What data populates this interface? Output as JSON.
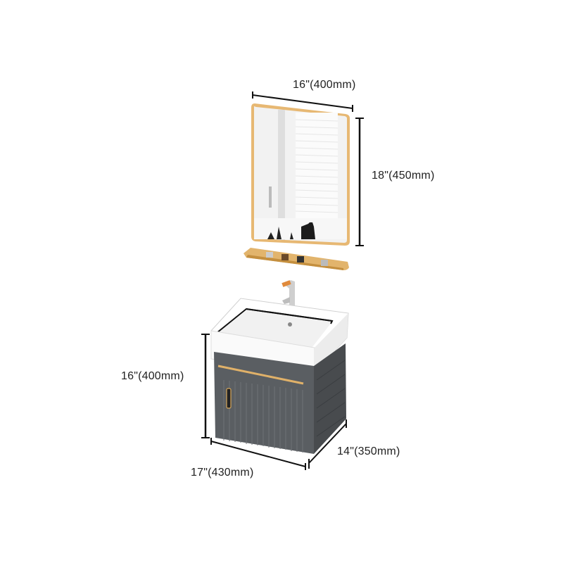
{
  "product": {
    "mirror": {
      "width_label": "16\"(400mm)",
      "height_label": "18\"(450mm)"
    },
    "cabinet": {
      "height_label": "16\"(400mm)",
      "width_label": "17\"(430mm)",
      "depth_label": "14\"(350mm)"
    }
  },
  "colors": {
    "gold": "#d9a95a",
    "cabinet": "#54585b",
    "cabinet_dark": "#3d4043",
    "basin": "#ffffff",
    "line": "#111111"
  }
}
